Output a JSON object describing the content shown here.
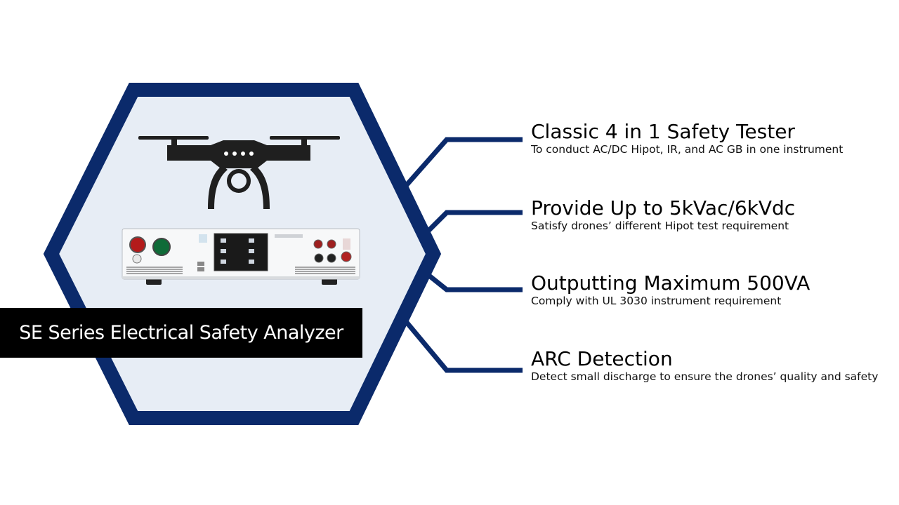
{
  "colors": {
    "hexagon_border": "#0b2a6b",
    "hexagon_fill": "#e7edf5",
    "connector": "#0b2a6b",
    "banner_bg": "#000000",
    "banner_text": "#ffffff"
  },
  "banner": {
    "title": "SE Series Electrical Safety Analyzer"
  },
  "features": [
    {
      "title": "Classic 4 in 1 Safety Tester",
      "description": "To conduct AC/DC Hipot, IR, and AC GB in one instrument"
    },
    {
      "title": "Provide Up to 5kVac/6kVdc",
      "description": "Satisfy drones’ different Hipot test requirement"
    },
    {
      "title": "Outputting Maximum 500VA",
      "description": "Comply with UL 3030 instrument requirement"
    },
    {
      "title": "ARC Detection",
      "description": "Detect small discharge to ensure the drones’ quality and safety"
    }
  ],
  "images": {
    "drone": "drone-silhouette-icon",
    "instrument": "se-7440-safety-analyzer-front-panel"
  }
}
